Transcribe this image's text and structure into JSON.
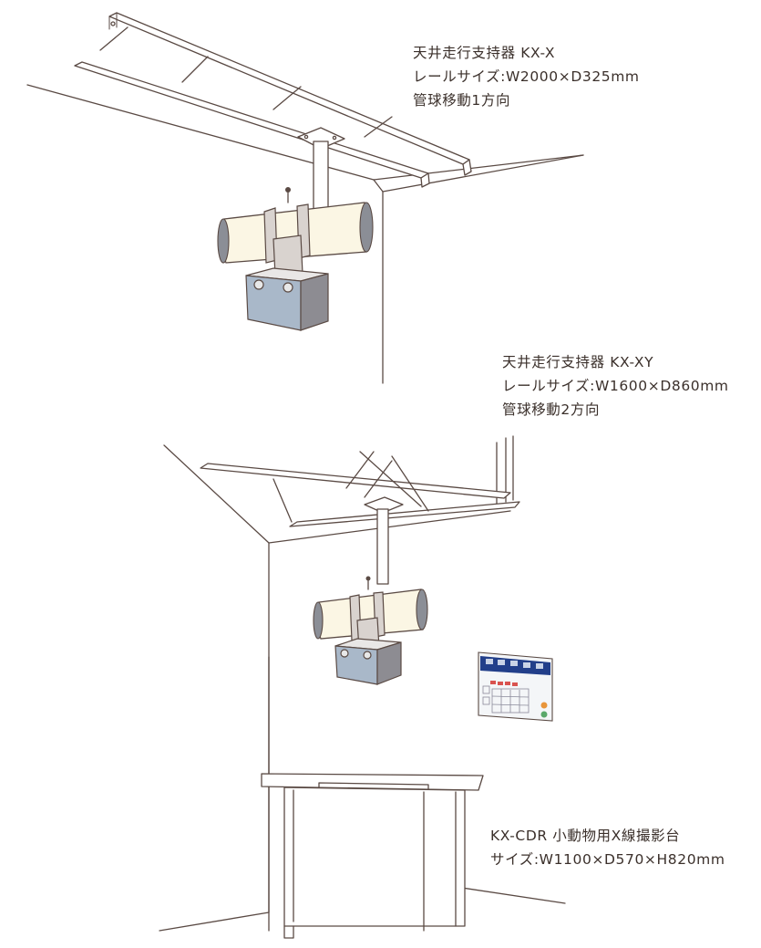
{
  "kx_x": {
    "title": "天井走行支持器 KX-X",
    "rail_size": "レールサイズ:W2000×D325mm",
    "movement": "管球移動1方向"
  },
  "kx_xy": {
    "title": "天井走行支持器 KX-XY",
    "rail_size": "レールサイズ:W1600×D860mm",
    "movement": "管球移動2方向"
  },
  "kx_cdr": {
    "title": "KX-CDR 小動物用X線撮影台",
    "size": "サイズ:W1100×D570×H820mm"
  },
  "colors": {
    "line": "#5a4a44",
    "tube_body": "#fbf6e4",
    "collimator_front": "#a9b8c9",
    "panel_header": "#223f8a",
    "panel_button_red": "#d9534f",
    "panel_button_green": "#5aa86a",
    "panel_button_orange": "#e8953a"
  }
}
